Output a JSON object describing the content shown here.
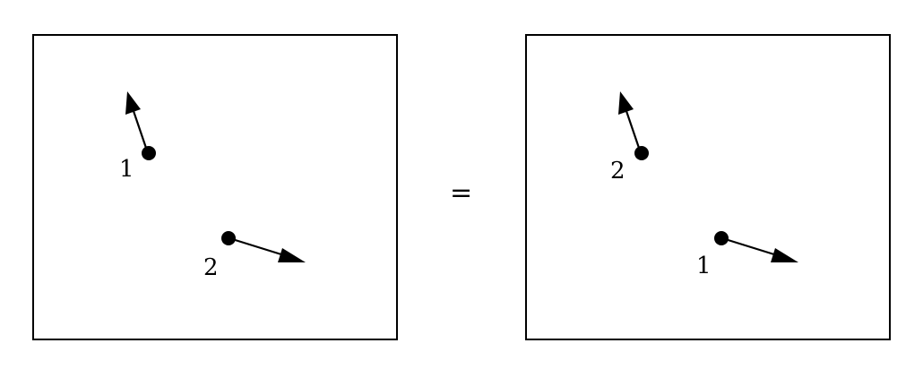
{
  "equals_sign": "=",
  "panels": [
    {
      "particles": [
        {
          "label": "1"
        },
        {
          "label": "2"
        }
      ]
    },
    {
      "particles": [
        {
          "label": "2"
        },
        {
          "label": "1"
        }
      ]
    }
  ],
  "colors": {
    "ink": "#000000",
    "background": "#ffffff"
  }
}
